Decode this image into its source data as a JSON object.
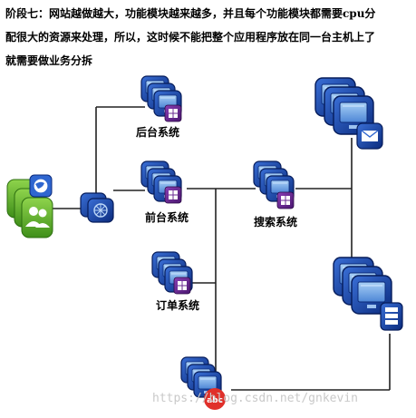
{
  "intro": {
    "line1": "阶段七：网站越做越大，功能模块越来越多，并且每个功能模块都需要cpu分",
    "line2": "配很大的资源来处理，所以，这时候不能把整个应用程序放在同一台主机上了",
    "line3": "就需要做业务分拆"
  },
  "labels": {
    "backend": "后台系统",
    "frontend": "前台系统",
    "search": "搜索系统",
    "order": "订单系统"
  },
  "watermark": "https://blog.csdn.net/gnkevin",
  "badge_text": "abc",
  "colors": {
    "server_dark": "#0d2f8c",
    "server_mid": "#2f66d0",
    "screen": "#7fb3ec",
    "windows_badge": "#6a2b8e",
    "users": "#69b52f",
    "line": "#222222",
    "badge": "#e0302a"
  },
  "icons": {
    "server": "server-stack-icon",
    "windows": "windows-logo-icon",
    "users": "users-group-icon",
    "globe": "globe-icon",
    "router": "router-icon",
    "mail": "mail-icon",
    "storage": "storage-device-icon"
  }
}
